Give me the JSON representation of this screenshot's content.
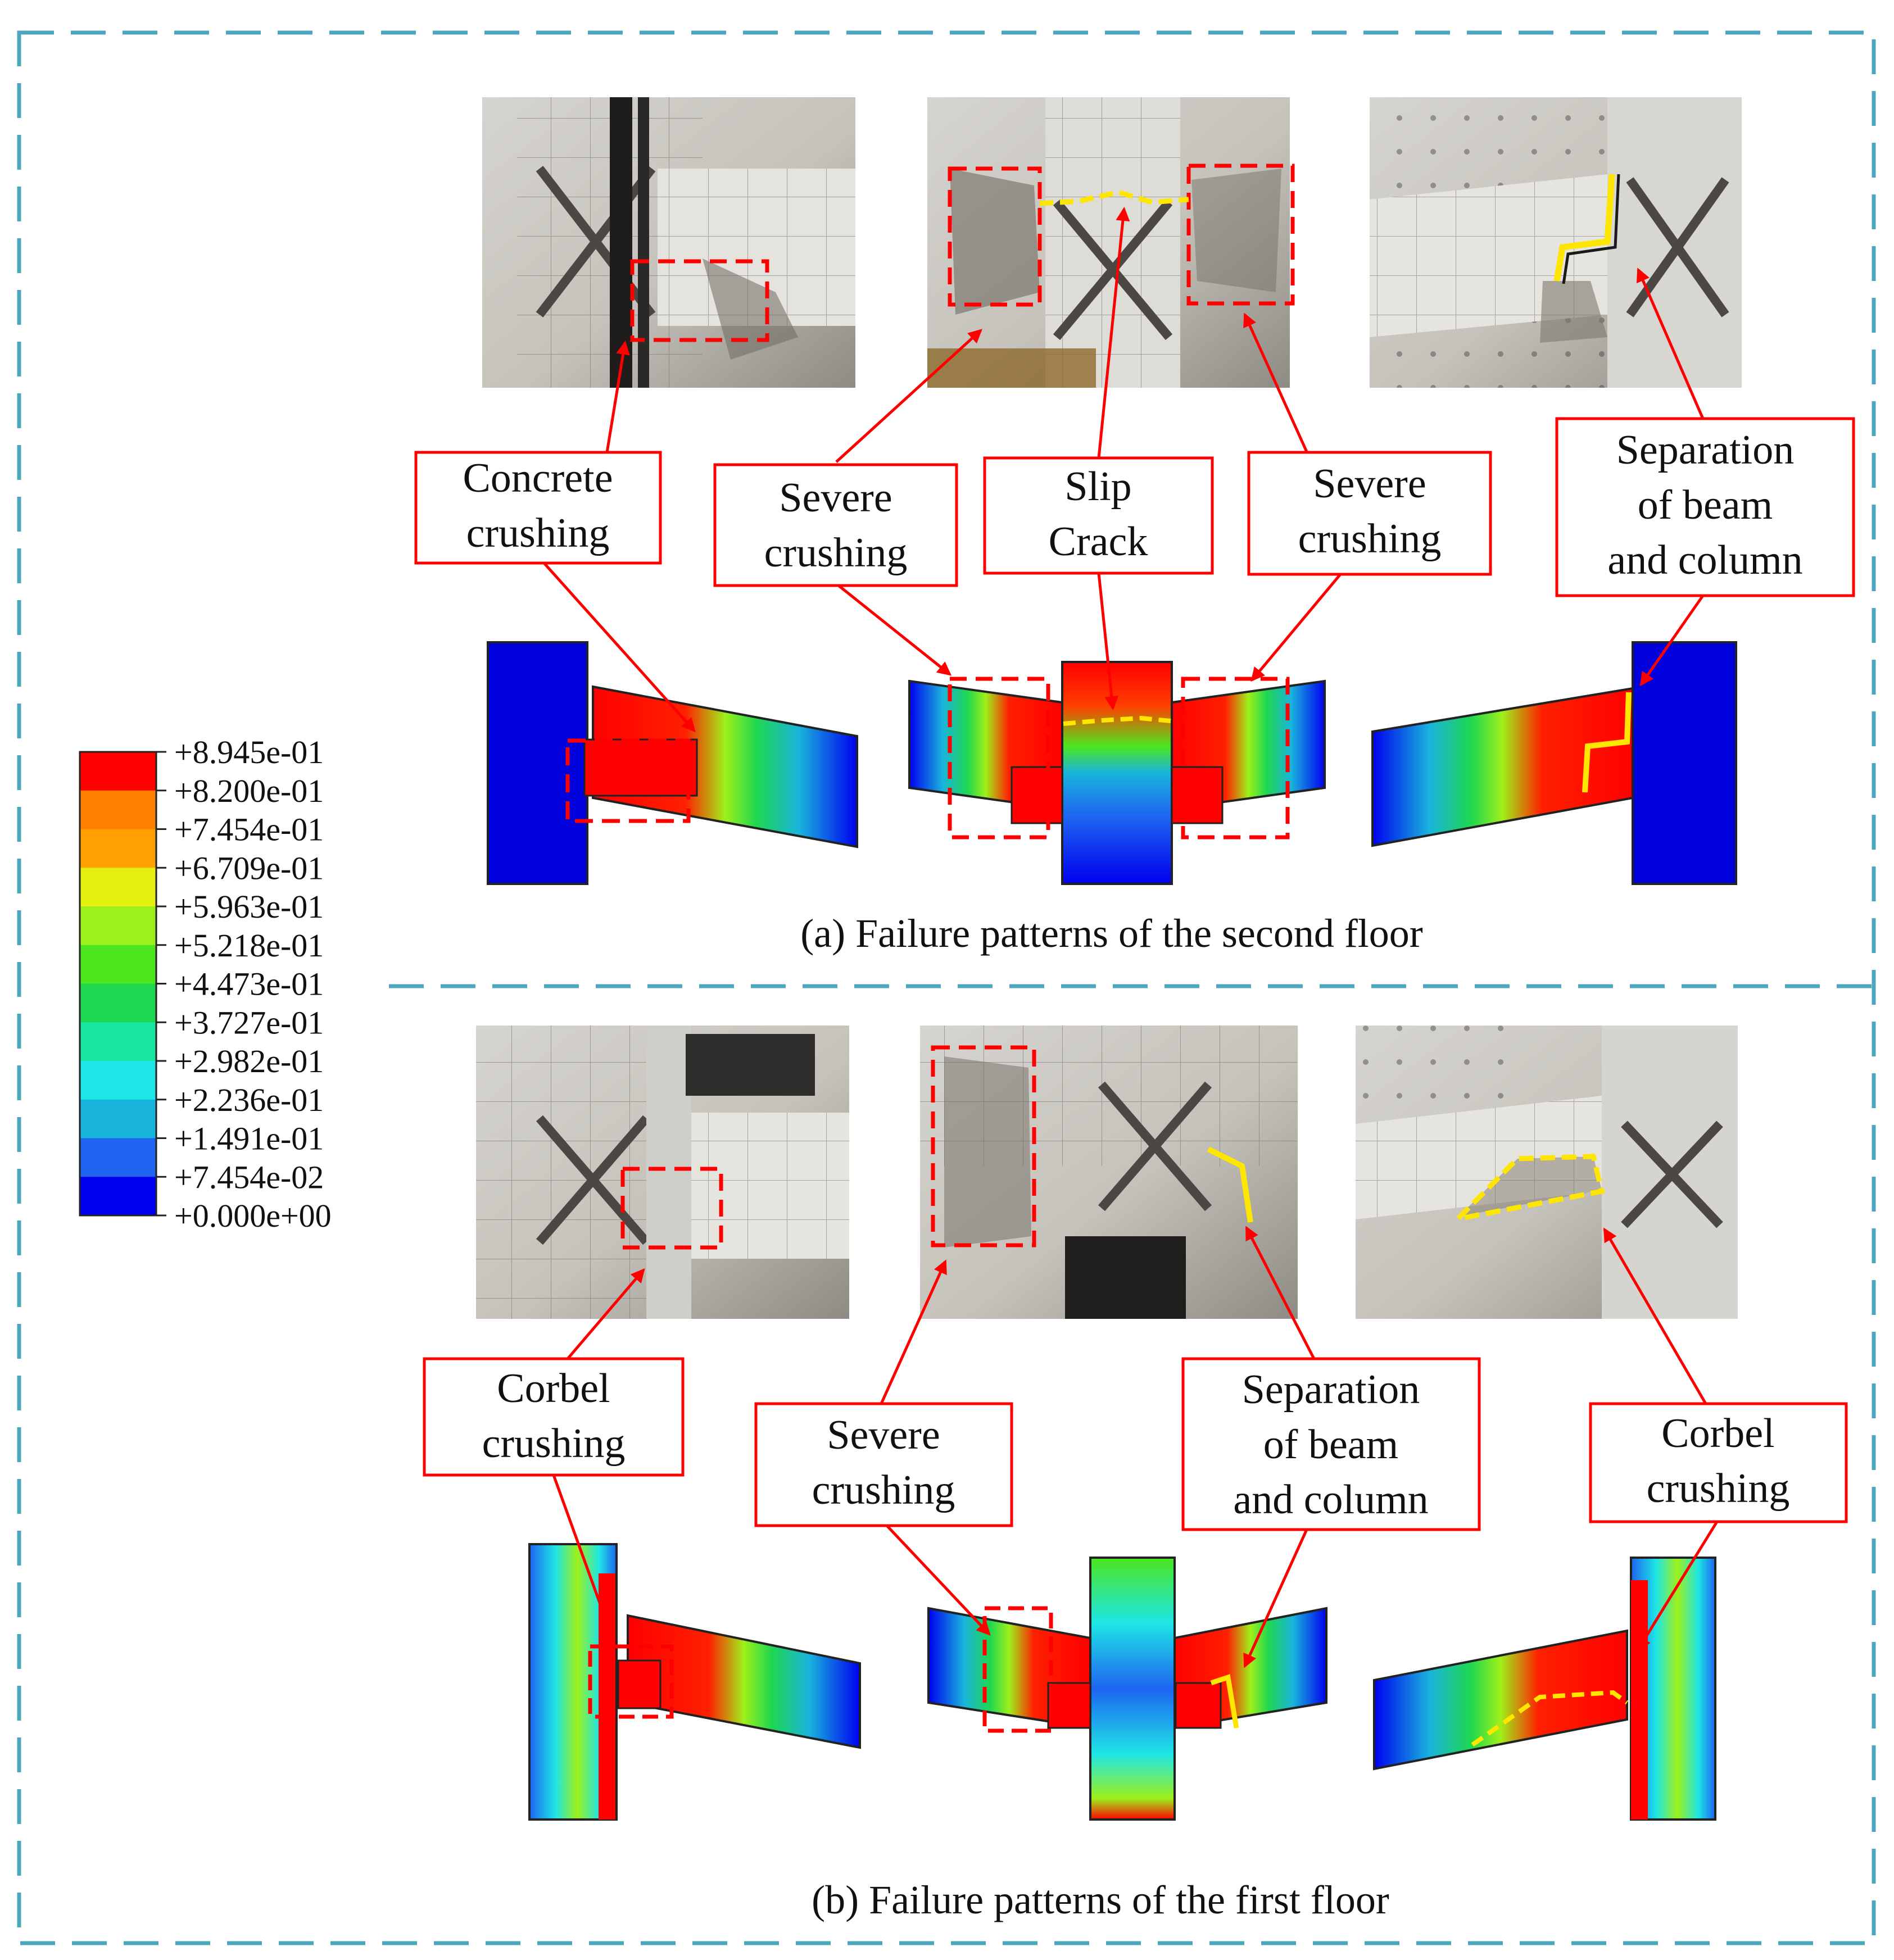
{
  "legend": {
    "values": [
      "+8.945e-01",
      "+8.200e-01",
      "+7.454e-01",
      "+6.709e-01",
      "+5.963e-01",
      "+5.218e-01",
      "+4.473e-01",
      "+3.727e-01",
      "+2.982e-01",
      "+2.236e-01",
      "+1.491e-01",
      "+7.454e-02",
      "+0.000e+00"
    ],
    "colors": [
      "#ff0000",
      "#ff8000",
      "#ffa000",
      "#e6f010",
      "#9ef01a",
      "#4ce61e",
      "#1ed750",
      "#18e6a0",
      "#1ee6e6",
      "#19b4dc",
      "#1e64f0",
      "#0000f0"
    ]
  },
  "panel_a": {
    "caption": "(a) Failure patterns of the second floor",
    "labels": [
      [
        "Concrete",
        "crushing"
      ],
      [
        "Severe",
        "crushing"
      ],
      [
        "Slip",
        "Crack"
      ],
      [
        "Severe",
        "crushing"
      ],
      [
        "Separation",
        "of beam",
        "and column"
      ]
    ]
  },
  "panel_b": {
    "caption": "(b) Failure patterns of the first floor",
    "labels": [
      [
        "Corbel",
        "crushing"
      ],
      [
        "Severe",
        "crushing"
      ],
      [
        "Separation",
        "of beam",
        "and column"
      ],
      [
        "Corbel",
        "crushing"
      ]
    ]
  },
  "colors": {
    "frame_dash": "#4aa7bd",
    "annotation_red": "#ff0000",
    "crack_yellow": "#ffe600",
    "column_blue": "#0000dc"
  }
}
